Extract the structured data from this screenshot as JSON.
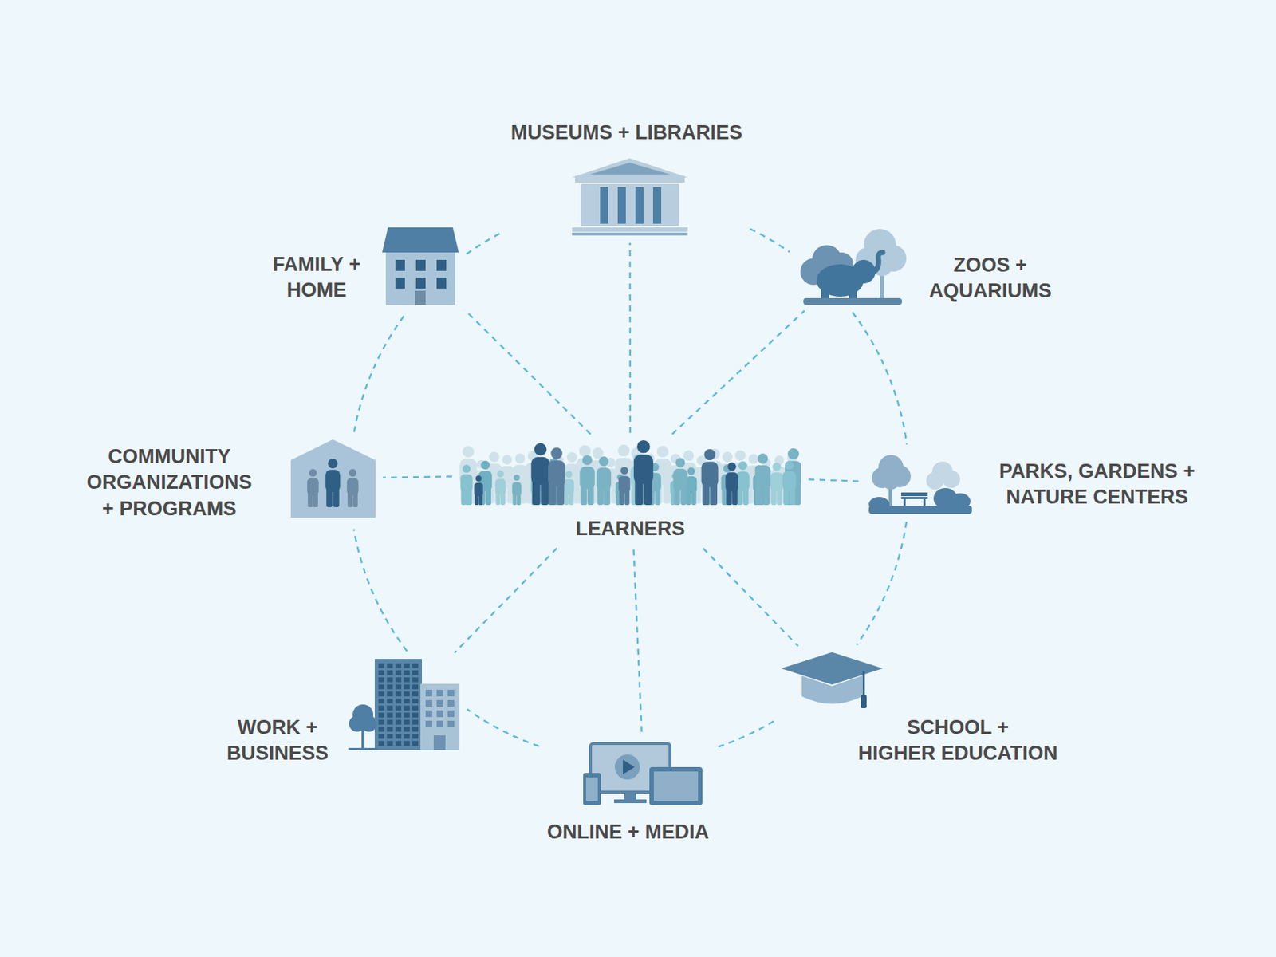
{
  "diagram": {
    "nodes": [
      {
        "text": [
          "MUSEUMS + LIBRARIES"
        ]
      },
      {
        "text": [
          "ZOOS + AQUARIUMS"
        ]
      },
      {
        "text": [
          "PARKS, GARDENS + NATURE CENTERS"
        ]
      },
      {
        "text": [
          "SCHOOL + HIGHER EDUCATION"
        ]
      },
      {
        "text": [
          "ONLINE + MEDIA"
        ]
      },
      {
        "text": [
          "WORK + BUSINESS"
        ]
      },
      {
        "text": [
          "COMMUNITY ORGANIZATIONS + PROGRAMS"
        ]
      },
      {
        "text": [
          "FAMILY + HOME"
        ]
      },
      {
        "text": [
          "LEARNERS"
        ]
      }
    ],
    "edges": [
      {
        "from": 8,
        "to": 0,
        "arrow": "none"
      },
      {
        "from": 8,
        "to": 1,
        "arrow": "none"
      },
      {
        "from": 8,
        "to": 2,
        "arrow": "none"
      },
      {
        "from": 8,
        "to": 3,
        "arrow": "none"
      },
      {
        "from": 8,
        "to": 4,
        "arrow": "none"
      },
      {
        "from": 8,
        "to": 5,
        "arrow": "none"
      },
      {
        "from": 8,
        "to": 6,
        "arrow": "none"
      },
      {
        "from": 8,
        "to": 7,
        "arrow": "none"
      },
      {
        "from": 0,
        "to": 1,
        "arrow": "none"
      },
      {
        "from": 1,
        "to": 2,
        "arrow": "none"
      },
      {
        "from": 2,
        "to": 3,
        "arrow": "none"
      },
      {
        "from": 3,
        "to": 4,
        "arrow": "none"
      },
      {
        "from": 4,
        "to": 5,
        "arrow": "none"
      },
      {
        "from": 5,
        "to": 6,
        "arrow": "none"
      },
      {
        "from": 6,
        "to": 7,
        "arrow": "none"
      },
      {
        "from": 7,
        "to": 0,
        "arrow": "none"
      }
    ]
  }
}
